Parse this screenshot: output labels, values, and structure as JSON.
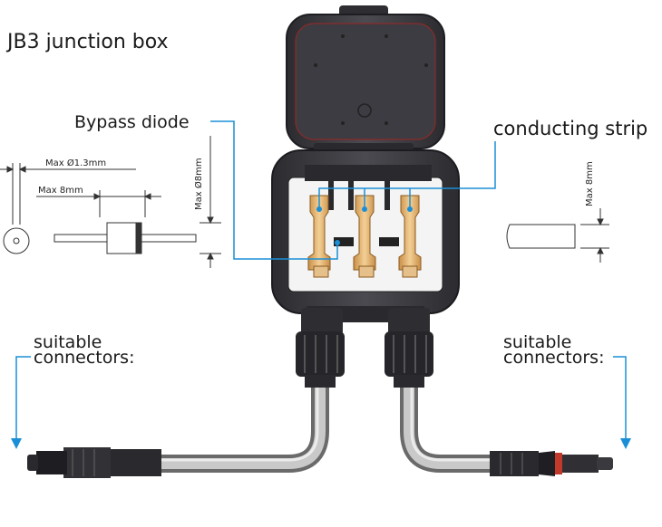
{
  "title": "JB3 junction box",
  "labels": {
    "bypass_diode": "Bypass diode",
    "conducting_strip": "conducting strip",
    "connectors_left_1": "suitable",
    "connectors_left_2": "connectors:",
    "connectors_right_1": "suitable",
    "connectors_right_2": "connectors:"
  },
  "dimensions": {
    "diode_wire": "Max Ø1.3mm",
    "diode_body_length": "Max 8mm",
    "diode_body_dia": "Max Ø8mm",
    "strip_thickness": "Max 8mm"
  },
  "colors": {
    "leader": "#1a8fd6",
    "box_body": "#3a3a3e",
    "terminal_gold": "#e3b06a",
    "cable": "#a9a9a9"
  }
}
